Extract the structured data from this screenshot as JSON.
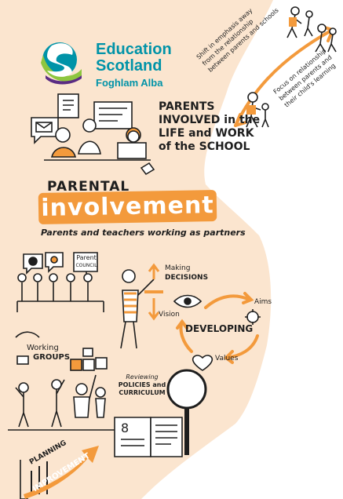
{
  "logo": {
    "line1": "Education",
    "line2": "Scotland",
    "line3": "Foghlam Alba",
    "colors": {
      "teal": "#0093a8",
      "green": "#8ec63f",
      "purple": "#5b2c83"
    }
  },
  "arrow_notes": {
    "top": [
      "Shift in emphasis away",
      "from the relationship",
      "between parents and schools"
    ],
    "bottom": [
      "Focus on relationship",
      "between parents and",
      "their child's learning"
    ]
  },
  "headline": [
    "PARENTS",
    "INVOLVED in the",
    "LIFE and WORK",
    "of the SCHOOL"
  ],
  "title": {
    "small": "PARENTAL",
    "big": "involvement",
    "subtitle": "Parents and teachers working as partners"
  },
  "parent_council_sign": [
    "Parent",
    "COUNCIL"
  ],
  "making_decisions": [
    "Making",
    "DECISIONS"
  ],
  "cycle": {
    "center": "DEVELOPING",
    "items": [
      "Vision",
      "Aims",
      "Values"
    ]
  },
  "working_groups": [
    "Working",
    "GROUPS"
  ],
  "reviewing": [
    "Reviewing",
    "POLICIES and",
    "CURRICULUM"
  ],
  "book_number": "8",
  "planning": "PLANNING",
  "improvement": "IMPROVEMENT",
  "colors": {
    "accent_orange": "#f39a3c",
    "peach_bg": "#fbe5cf",
    "ink": "#1e1e1e"
  }
}
